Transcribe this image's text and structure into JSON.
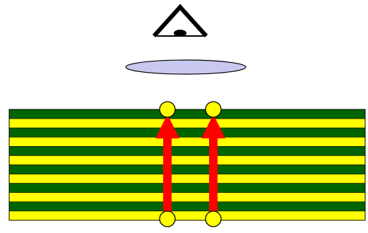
{
  "diagram": {
    "colors": {
      "background": "#ffffff",
      "stripe_green": "#006400",
      "stripe_yellow": "#ffff00",
      "stripe_outline": "#000000",
      "lens_fill": "#c8c8f0",
      "lens_stroke": "#000000",
      "arrow_color": "#ff0000",
      "endpoint_fill": "#ffff00",
      "endpoint_stroke": "#000000",
      "eye_stroke": "#000000",
      "pupil_fill": "#000000"
    },
    "stripe_pattern": [
      "green",
      "yellow",
      "green",
      "yellow",
      "green",
      "yellow",
      "green",
      "yellow",
      "green",
      "yellow",
      "green",
      "yellow"
    ],
    "arrows": [
      {
        "name": "arrow-left",
        "direction": "up"
      },
      {
        "name": "arrow-right",
        "direction": "up"
      }
    ],
    "icons": {
      "eye": "eye-icon",
      "lens": "lens-ellipse"
    }
  }
}
